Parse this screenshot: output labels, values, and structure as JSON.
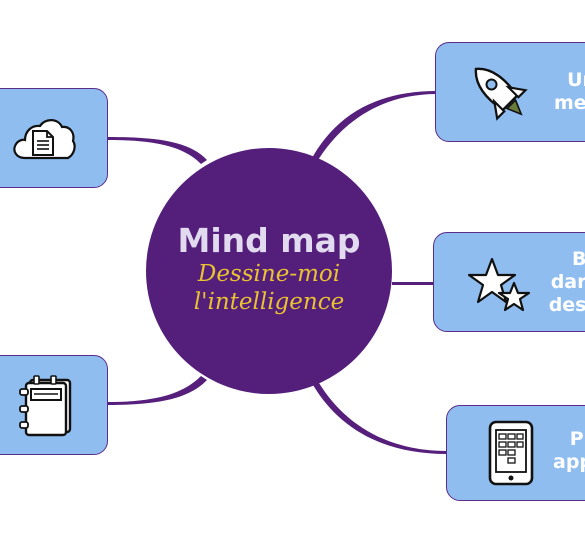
{
  "center": {
    "title": "Mind map",
    "subtitle_line1": "Dessine-moi",
    "subtitle_line2": "l'intelligence"
  },
  "nodes": {
    "left_top": {
      "icon": "cloud-document-icon"
    },
    "left_bottom": {
      "icon": "notebook-icon"
    },
    "right_top": {
      "icon": "rocket-icon",
      "line1": "Un",
      "line2": "mer"
    },
    "right_middle": {
      "icon": "stars-icon",
      "line1": "B",
      "line2": "dar",
      "line3": "des"
    },
    "right_bottom": {
      "icon": "tablet-icon",
      "line1": "Pr",
      "line2": "app"
    }
  },
  "colors": {
    "node_fill": "#8fbdf0",
    "border": "#5a2d8c",
    "center_fill": "#541f7a",
    "center_title": "#e2dbef",
    "center_subtitle": "#e9c233",
    "node_text": "#ffffff"
  }
}
